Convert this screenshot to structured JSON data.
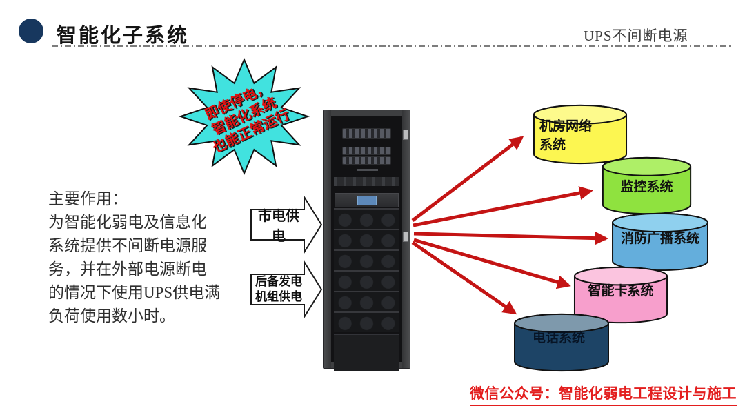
{
  "header": {
    "title": "智能化子系统",
    "right_label": "UPS不间断电源",
    "bullet_color": "#17375E"
  },
  "burst": {
    "text": "即使停电，\n智能化系统\n也能正常运行",
    "fill": "#41E2DF",
    "text_color": "#E01212"
  },
  "description": {
    "text": "主要作用：\n为智能化弱电及信息化\n系统提供不间断电源服\n务，并在外部电源断电\n的情况下使用UPS供电满\n负荷使用数小时。"
  },
  "inputs": [
    {
      "label": "市电供电"
    },
    {
      "label": "后备发电\n机组供电"
    }
  ],
  "systems": [
    {
      "label": "机房网络\n系统",
      "body": "#FCF651",
      "top": "#FDFA8C"
    },
    {
      "label": "监控系统",
      "body": "#8FE23F",
      "top": "#AEEF67"
    },
    {
      "label": "消防广播系统",
      "body": "#64AEDC",
      "top": "#8FD0EE"
    },
    {
      "label": "智能卡系统",
      "body": "#F79FCC",
      "top": "#FBC4DF"
    },
    {
      "label": "电话系统",
      "body": "#1D4466",
      "top": "#7E99AC"
    }
  ],
  "footer": {
    "text": "微信公众号：智能化弱电工程设计与施工",
    "color": "#E31E1E"
  },
  "arrow_color": "#C41414"
}
